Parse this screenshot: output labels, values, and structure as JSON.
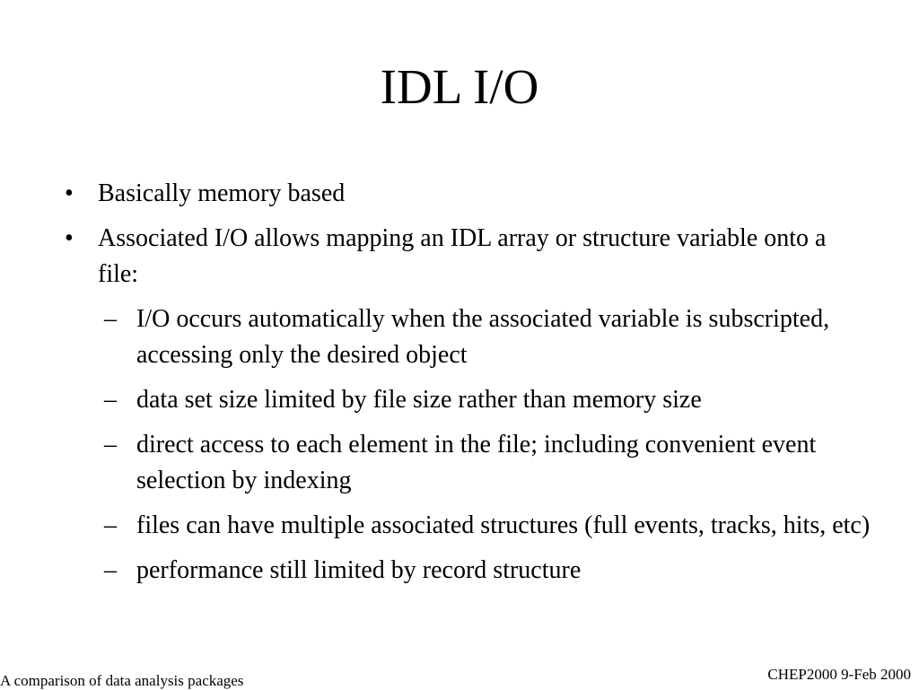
{
  "slide": {
    "title": "IDL I/O",
    "bullets": [
      {
        "marker": "•",
        "text": "Basically memory based"
      },
      {
        "marker": "•",
        "text": "Associated I/O allows mapping an IDL array or structure variable onto a file:"
      }
    ],
    "subbullets": [
      {
        "marker": "–",
        "text": "I/O occurs automatically when the associated variable is subscripted, accessing only the desired object"
      },
      {
        "marker": "–",
        "text": "data set size limited by file size rather than memory size"
      },
      {
        "marker": "–",
        "text": "direct access to each element in the file; including convenient event selection by indexing"
      },
      {
        "marker": "–",
        "text": "files can have multiple associated structures (full events, tracks, hits, etc)"
      },
      {
        "marker": "–",
        "text": "performance still limited by record structure"
      }
    ]
  },
  "footer": {
    "left": "A comparison of data analysis packages",
    "right": "CHEP2000 9-Feb 2000"
  }
}
